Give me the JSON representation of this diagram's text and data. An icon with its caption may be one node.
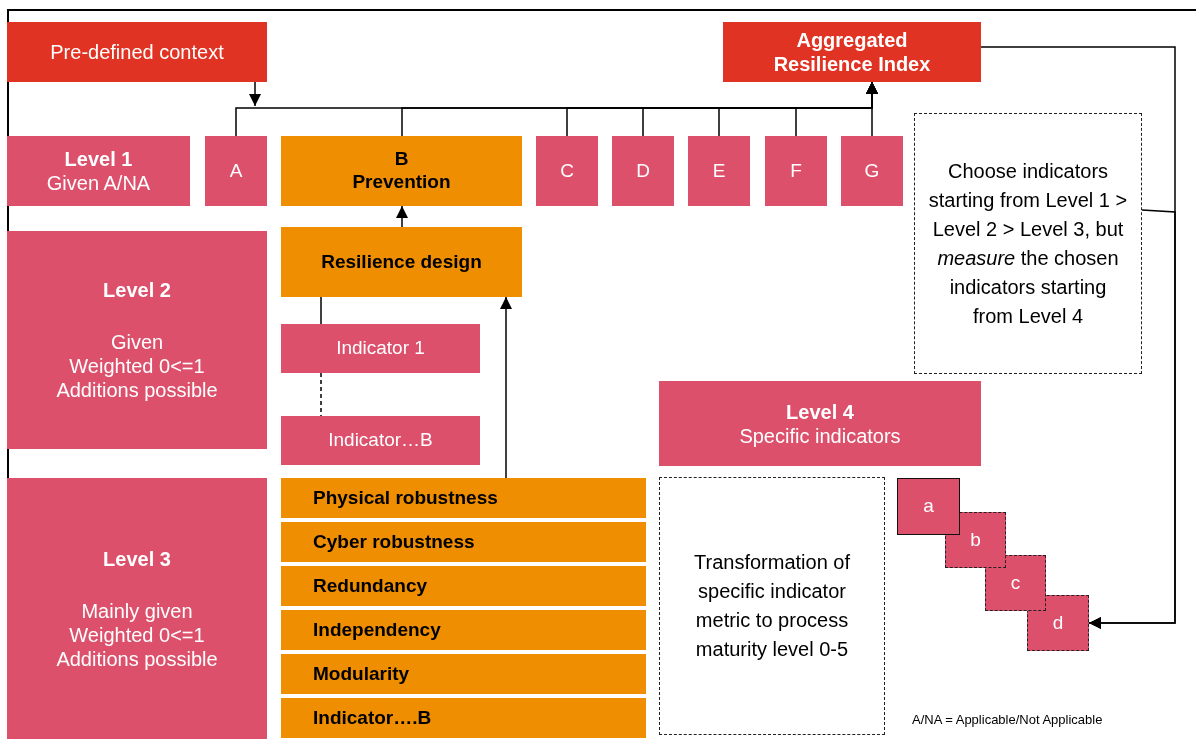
{
  "diagram": {
    "nodes": [
      {
        "text": [
          "Pre-defined context"
        ]
      },
      {
        "text": [
          "Aggregated Resilience Index"
        ]
      },
      {
        "text": [
          "Level 1",
          "Given A/NA"
        ]
      },
      {
        "text": [
          "A"
        ]
      },
      {
        "text": [
          "B",
          "Prevention"
        ]
      },
      {
        "text": [
          "C"
        ]
      },
      {
        "text": [
          "D"
        ]
      },
      {
        "text": [
          "E"
        ]
      },
      {
        "text": [
          "F"
        ]
      },
      {
        "text": [
          "G"
        ]
      },
      {
        "text": [
          "Choose indicators starting from Level 1 > Level 2 > Level 3, but *measure* the chosen indicators starting from Level 4"
        ]
      },
      {
        "text": [
          "Level 2",
          "Given",
          "Weighted 0<=1",
          "Additions possible"
        ]
      },
      {
        "text": [
          "Resilience design"
        ]
      },
      {
        "text": [
          "Indicator 1"
        ]
      },
      {
        "text": [
          "Indicator…B"
        ]
      },
      {
        "text": [
          "Level 4",
          "Specific indicators"
        ]
      },
      {
        "text": [
          "Level 3",
          "Mainly given",
          "Weighted 0<=1",
          "Additions possible"
        ]
      },
      {
        "text": [
          "Physical robustness"
        ]
      },
      {
        "text": [
          "Cyber robustness"
        ]
      },
      {
        "text": [
          "Redundancy"
        ]
      },
      {
        "text": [
          "Independency"
        ]
      },
      {
        "text": [
          "Modularity"
        ]
      },
      {
        "text": [
          "Indicator….B"
        ]
      },
      {
        "text": [
          "Transformation of specific indicator metric to process maturity level 0-5"
        ]
      },
      {
        "text": [
          "a"
        ]
      },
      {
        "text": [
          "b"
        ]
      },
      {
        "text": [
          "c"
        ]
      },
      {
        "text": [
          "d"
        ]
      }
    ],
    "edges": [
      {
        "from": 0,
        "to": null,
        "arrow": "to"
      },
      {
        "from": 3,
        "to": 1,
        "arrow": "to"
      },
      {
        "from": 4,
        "to": 1,
        "arrow": "to"
      },
      {
        "from": 5,
        "to": 1,
        "arrow": "to"
      },
      {
        "from": 6,
        "to": 1,
        "arrow": "to"
      },
      {
        "from": 7,
        "to": 1,
        "arrow": "to"
      },
      {
        "from": 8,
        "to": 1,
        "arrow": "to"
      },
      {
        "from": 9,
        "to": 1,
        "arrow": "to"
      },
      {
        "from": 12,
        "to": 4,
        "arrow": "to"
      },
      {
        "from": 12,
        "to": 13,
        "arrow": "none"
      },
      {
        "from": 13,
        "to": 14,
        "arrow": "none",
        "style": "dashed"
      },
      {
        "from": 17,
        "to": 12,
        "arrow": "to"
      },
      {
        "from": 1,
        "to": 27,
        "arrow": "to"
      },
      {
        "from": 10,
        "to": 27,
        "arrow": "to"
      }
    ],
    "labels": [
      "A/NA = Applicable/Not Applicable"
    ]
  }
}
